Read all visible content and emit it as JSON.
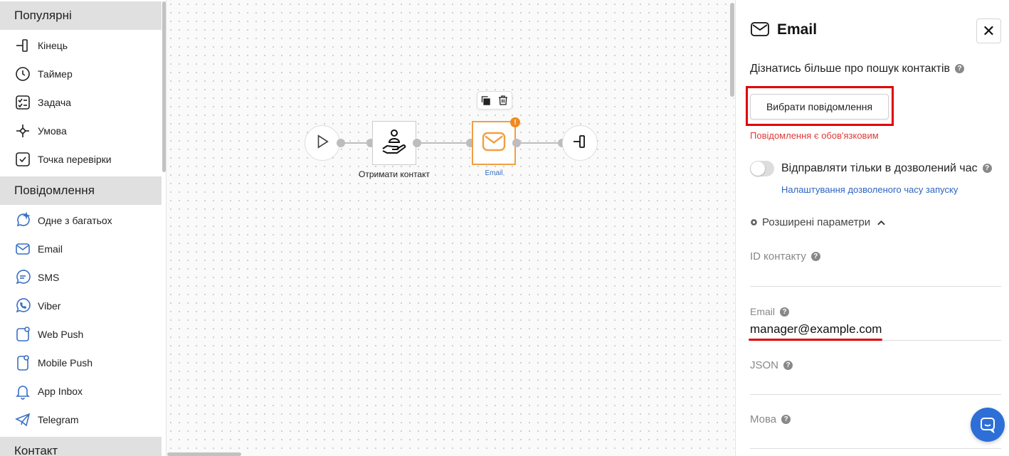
{
  "sidebar": {
    "sections": [
      "Популярні",
      "Повідомлення",
      "Контакт"
    ],
    "popular_items": [
      {
        "label": "Кінець",
        "icon": "exit-icon"
      },
      {
        "label": "Таймер",
        "icon": "timer-icon"
      },
      {
        "label": "Задача",
        "icon": "task-icon"
      },
      {
        "label": "Умова",
        "icon": "condition-icon"
      },
      {
        "label": "Точка перевірки",
        "icon": "checkpoint-icon"
      }
    ],
    "message_items": [
      {
        "label": "Одне з багатьох",
        "icon": "ai-chat-icon"
      },
      {
        "label": "Email",
        "icon": "email-icon"
      },
      {
        "label": "SMS",
        "icon": "sms-icon"
      },
      {
        "label": "Viber",
        "icon": "viber-icon"
      },
      {
        "label": "Web Push",
        "icon": "web-push-icon"
      },
      {
        "label": "Mobile Push",
        "icon": "mobile-push-icon"
      },
      {
        "label": "App Inbox",
        "icon": "bell-icon"
      },
      {
        "label": "Telegram",
        "icon": "telegram-icon"
      }
    ]
  },
  "canvas": {
    "nodes": [
      {
        "id": "start",
        "label": "",
        "icon": "play-icon"
      },
      {
        "id": "get-contact",
        "label": "Отримати контакт",
        "icon": "hand-person-icon"
      },
      {
        "id": "email",
        "label": "Email",
        "icon": "email-icon",
        "warning": "!"
      },
      {
        "id": "end",
        "label": "",
        "icon": "exit-icon"
      }
    ],
    "toolbar_icons": [
      "copy-icon",
      "trash-icon"
    ]
  },
  "panel": {
    "title": "Email",
    "learn_more": "Дізнатись більше про пошук контактів",
    "help_glyph": "?",
    "select_message_button": "Вибрати повідомлення",
    "required_error": "Повідомлення є обов'язковим",
    "toggle_label": "Відправляти тільки в дозволений час",
    "toggle_on": false,
    "schedule_link": "Налаштування дозволеного часу запуску",
    "advanced_params": "Розширені параметри",
    "fields": {
      "contact_id": {
        "label": "ID контакту",
        "value": ""
      },
      "email": {
        "label": "Email",
        "value": "manager@example.com"
      },
      "json": {
        "label": "JSON",
        "value": ""
      },
      "language": {
        "label": "Мова",
        "value": ""
      }
    },
    "close_glyph": "✕"
  },
  "colors": {
    "accent_orange": "#f0a043",
    "error_red": "#e00000",
    "link_blue": "#2e64c0",
    "icon_blue": "#3a6fc4",
    "chat_blue": "#2d6fd6"
  }
}
